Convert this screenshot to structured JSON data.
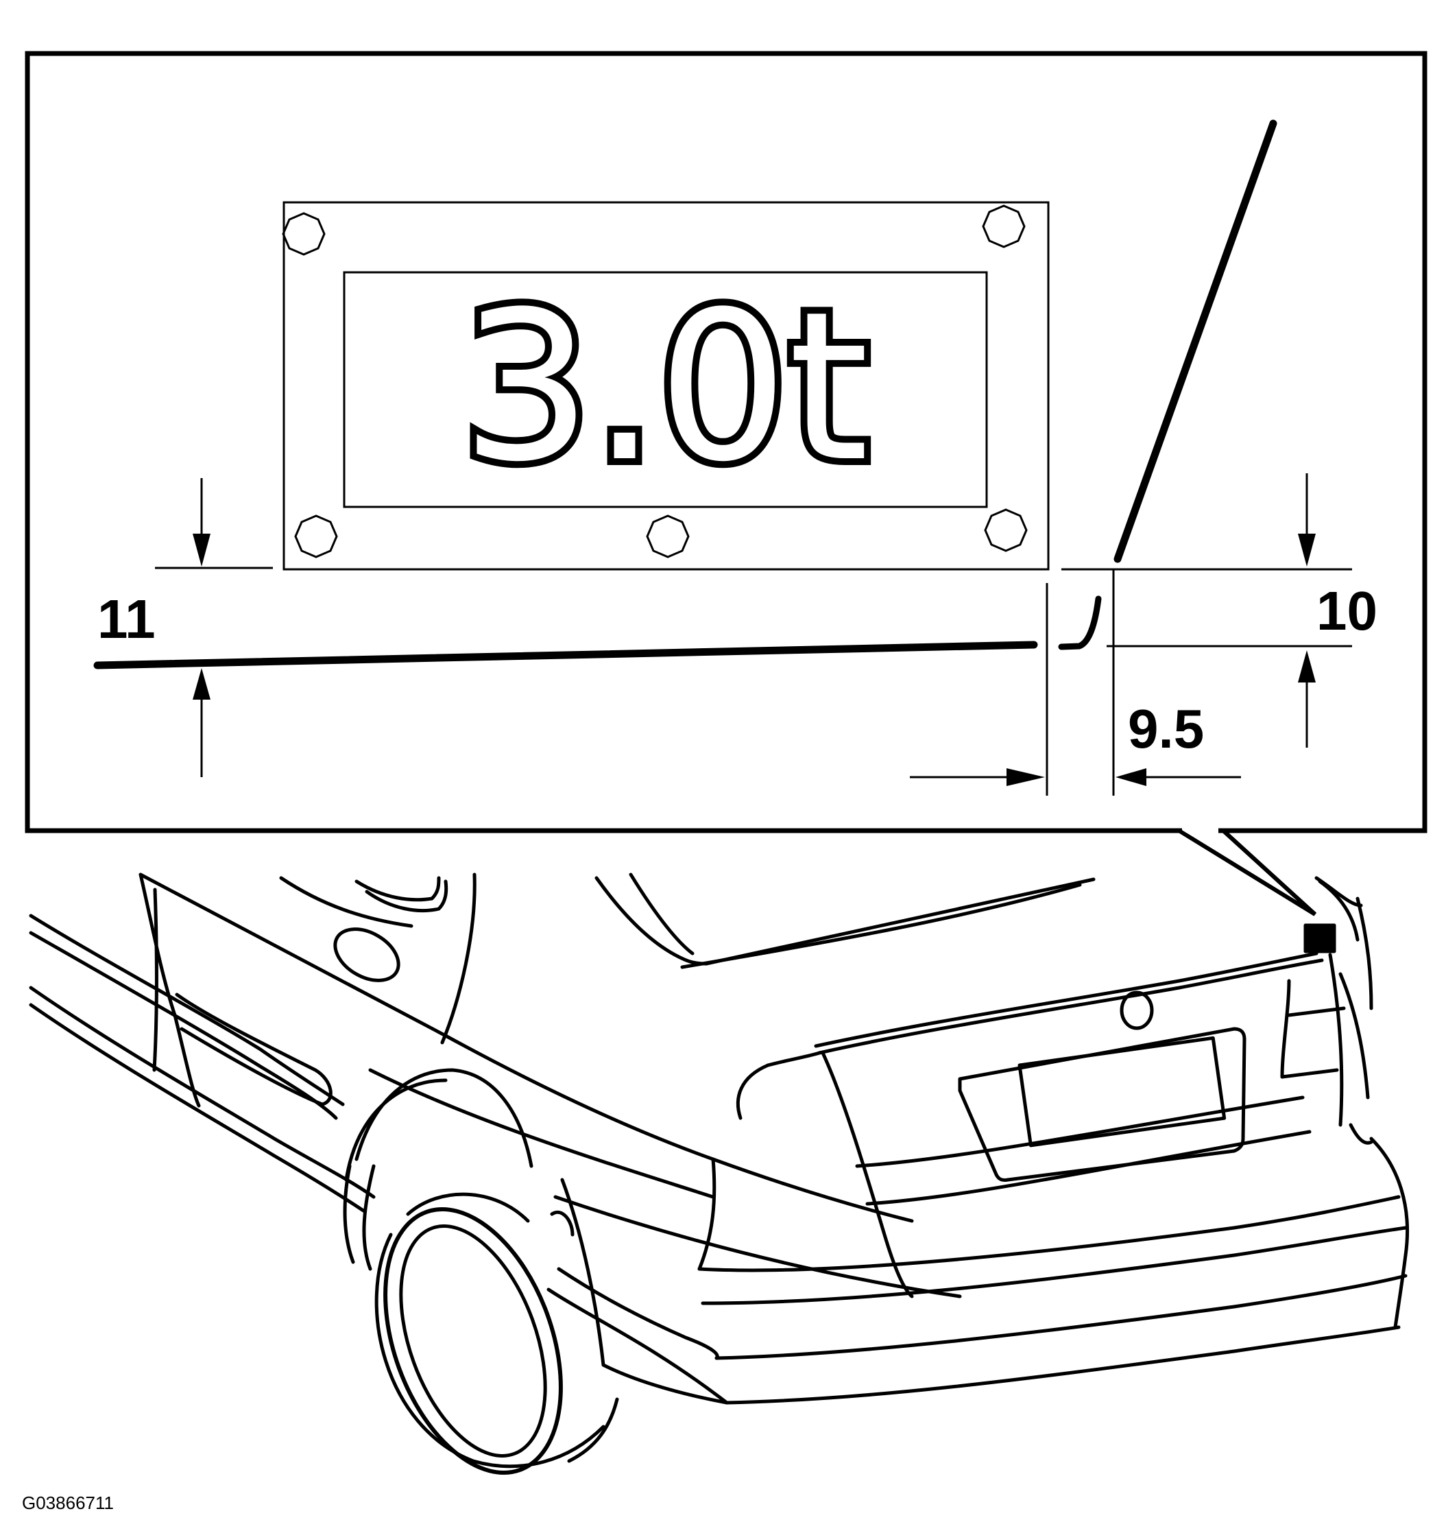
{
  "emblem": {
    "text": "3.0t"
  },
  "dimensions": {
    "left": "11",
    "right": "10",
    "horizontal": "9.5"
  },
  "figure_id": "G03866711"
}
